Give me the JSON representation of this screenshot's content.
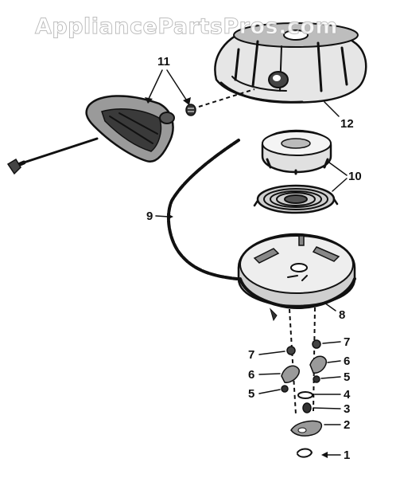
{
  "watermark": "AppliancePartsPros.com",
  "callouts": {
    "p1": "1",
    "p2": "2",
    "p3": "3",
    "p4": "4",
    "p5_right": "5",
    "p5_left": "5",
    "p6_right": "6",
    "p6_left": "6",
    "p7_right": "7",
    "p7_left": "7",
    "p8": "8",
    "p9": "9",
    "p10": "10",
    "p11": "11",
    "p12": "12"
  },
  "colors": {
    "ink": "#111111",
    "watermark_outline": "#b8b8b8",
    "background": "#ffffff"
  }
}
